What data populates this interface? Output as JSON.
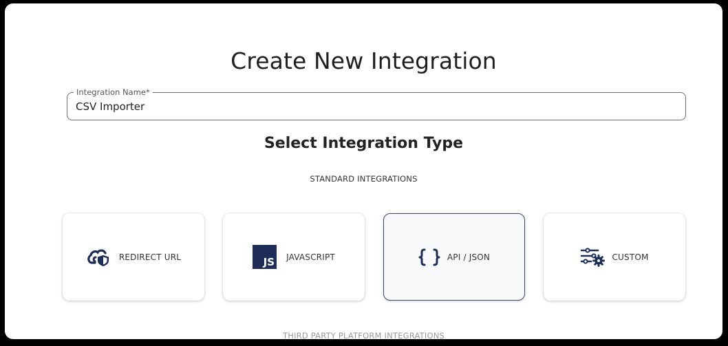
{
  "page": {
    "title": "Create New Integration"
  },
  "form": {
    "name_field": {
      "label": "Integration Name*",
      "value": "CSV Importer"
    }
  },
  "type_selector": {
    "title": "Select Integration Type",
    "groups": [
      {
        "label": "STANDARD INTEGRATIONS",
        "cards": [
          {
            "label": "REDIRECT URL",
            "icon": "cloud-shield-icon",
            "selected": false
          },
          {
            "label": "JAVASCRIPT",
            "icon": "js-icon",
            "icon_text": "JS",
            "selected": false
          },
          {
            "label": "API / JSON",
            "icon": "curly-braces-icon",
            "selected": true
          },
          {
            "label": "CUSTOM",
            "icon": "sliders-gear-icon",
            "selected": false
          }
        ]
      },
      {
        "label": "THIRD PARTY PLATFORM INTEGRATIONS"
      }
    ]
  },
  "colors": {
    "icon": "#1c2e57",
    "selected_border": "#3c4a6e",
    "selected_bg": "#f8f9fb",
    "text": "#1f1f1f"
  }
}
